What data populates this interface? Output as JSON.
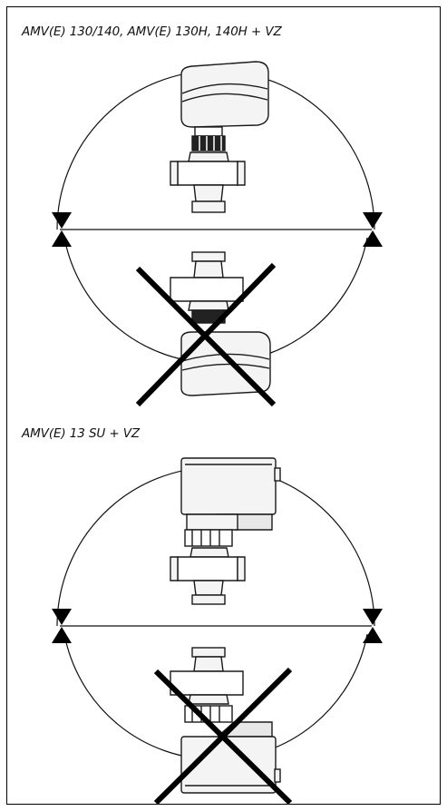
{
  "panels": [
    {
      "title": "AMV(E) 130/140, AMV(E) 130H, 140H + VZ",
      "actuator": "actuator-rounded"
    },
    {
      "title": "AMV(E) 13 SU + VZ",
      "actuator": "actuator-boxy"
    }
  ],
  "icons": [
    "valve-triangle-icon",
    "crossed-out-icon"
  ],
  "colors": {
    "line": "#111111",
    "stroke": "#1a1a1a",
    "cross": "#000000",
    "body_fill": "#f4f4f4"
  }
}
